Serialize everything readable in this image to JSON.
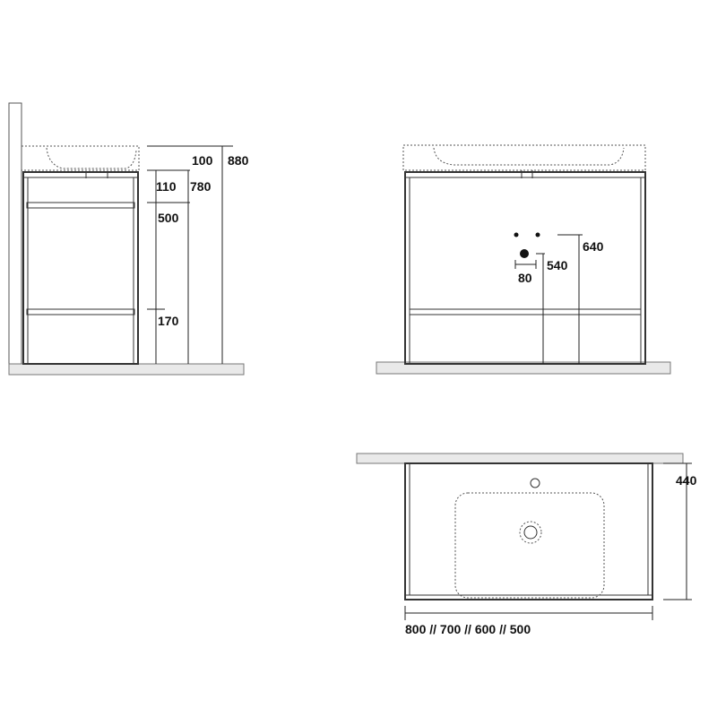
{
  "side_view": {
    "dims": {
      "d100": "100",
      "d880": "880",
      "d110": "110",
      "d780": "780",
      "d500": "500",
      "d170": "170"
    }
  },
  "front_view": {
    "dims": {
      "d640": "640",
      "d540": "540",
      "d80": "80"
    }
  },
  "top_view": {
    "dims": {
      "d440": "440",
      "widths": "800 // 700 // 600 // 500"
    }
  }
}
